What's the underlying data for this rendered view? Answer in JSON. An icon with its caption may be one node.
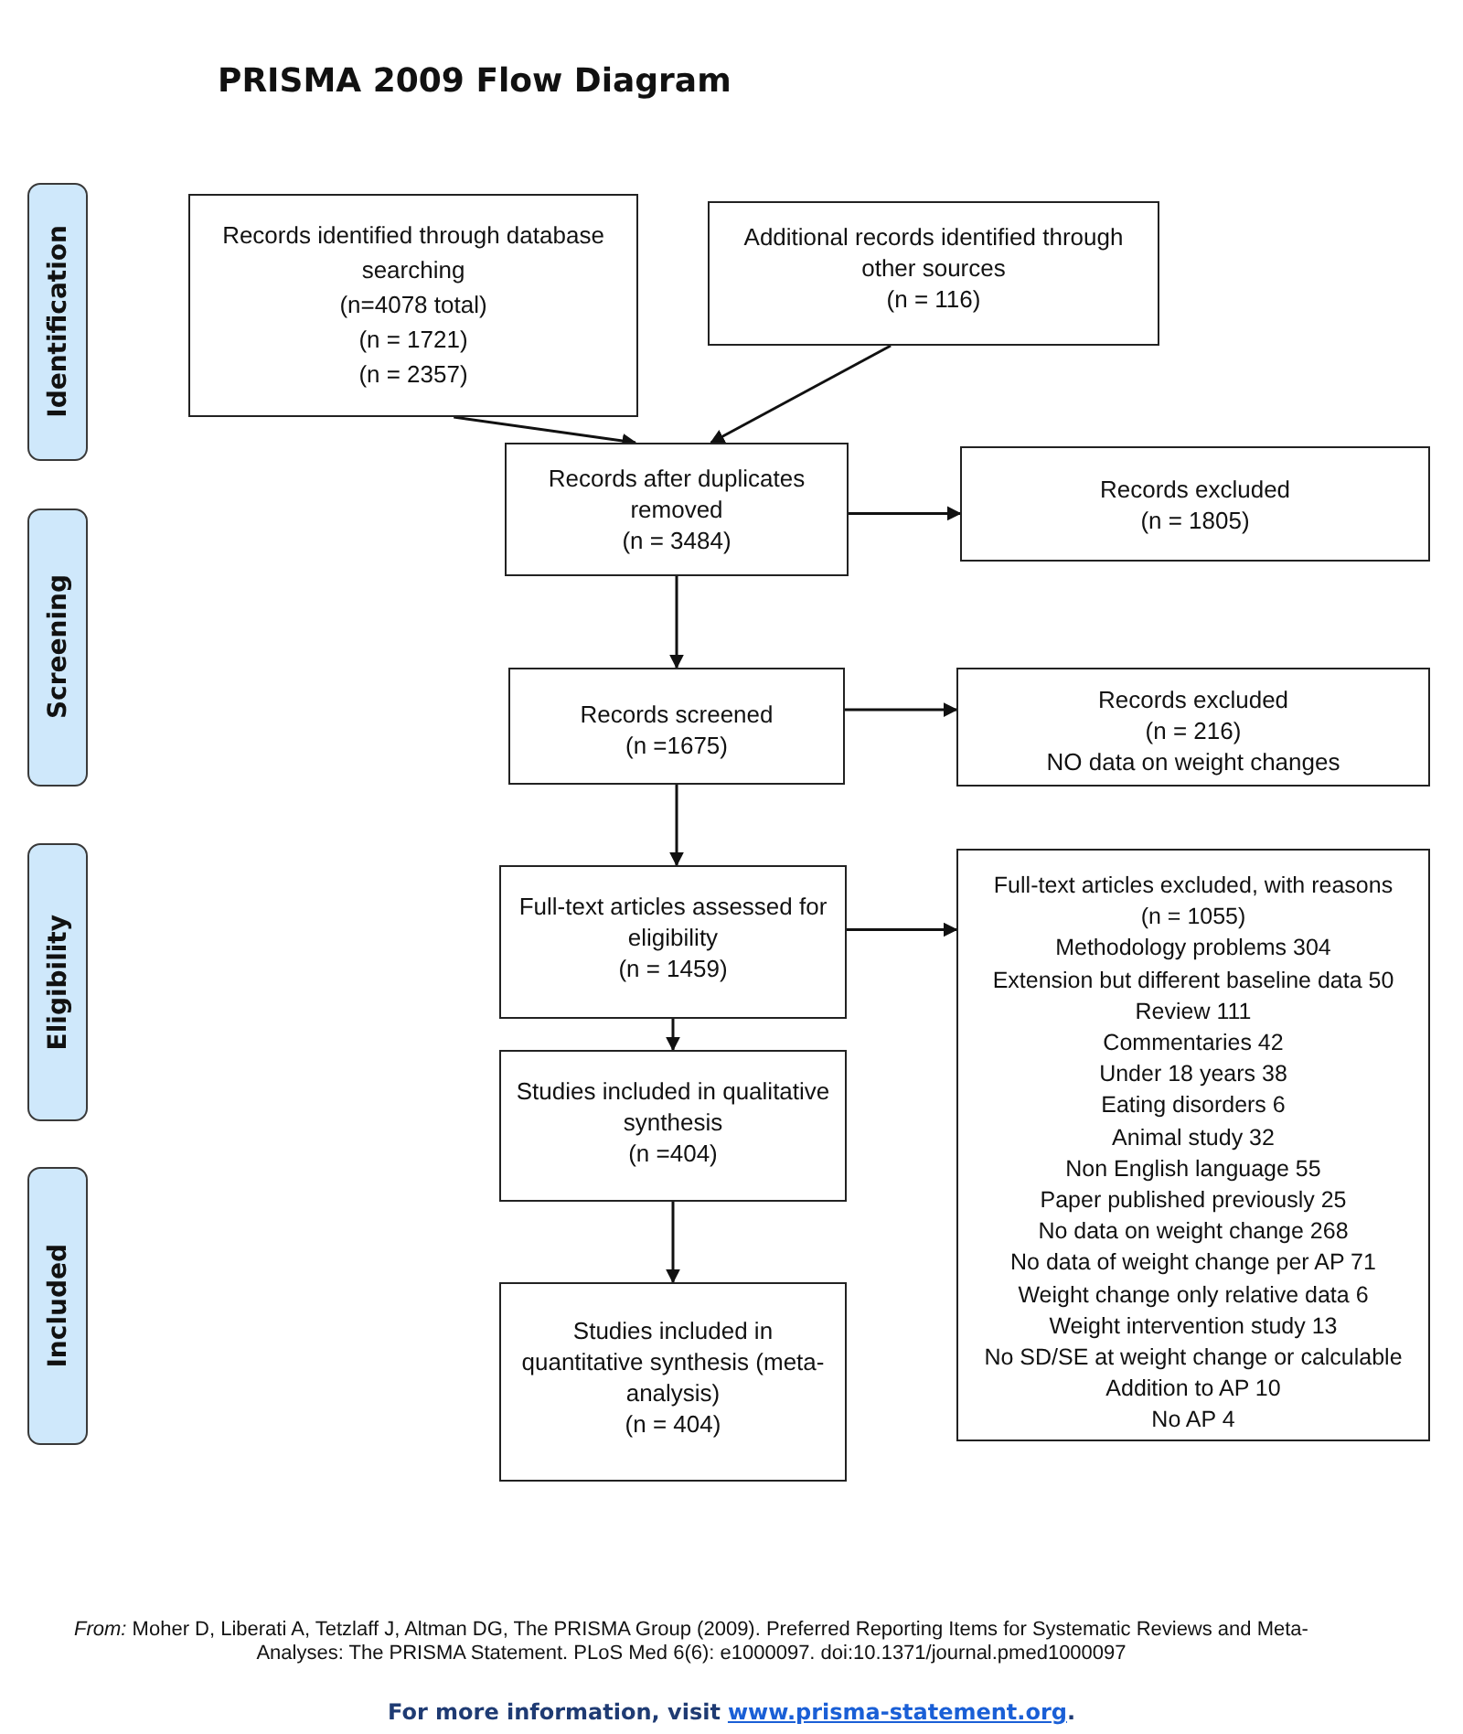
{
  "diagram": {
    "title": "PRISMA 2009 Flow Diagram",
    "caption": "*From:*  Moher D, Liberati A, Tetzlaff J, Altman DG, The PRISMA Group (2009). Preferred Reporting Items for Systematic Reviews and Meta-Analyses: The PRISMA Statement. PLoS Med 6(6): e1000097. doi:10.1371/journal.pmed1000097",
    "nodes": [
      {
        "text": [
          "Identification"
        ]
      },
      {
        "text": [
          "Screening"
        ]
      },
      {
        "text": [
          "Eligibility"
        ]
      },
      {
        "text": [
          "Included"
        ]
      },
      {
        "text": [
          "Records identified through database searching",
          "(n=4078 total)",
          "(n =  1721)",
          "(n = 2357)"
        ]
      },
      {
        "text": [
          "Additional records identified through other sources",
          "(n = 116)"
        ]
      },
      {
        "text": [
          "Records after duplicates removed",
          "(n = 3484)"
        ]
      },
      {
        "text": [
          "Records excluded",
          "(n =  1805)"
        ]
      },
      {
        "text": [
          "Records screened",
          "(n =1675)"
        ]
      },
      {
        "text": [
          "Records excluded",
          "(n =  216)",
          "NO data on weight changes"
        ]
      },
      {
        "text": [
          "Full-text articles assessed for eligibility",
          "(n = 1459)"
        ]
      },
      {
        "text": [
          "Full-text articles excluded, with reasons",
          "(n = 1055)",
          "Methodology problems 304",
          "Extension but different baseline data 50",
          "Review 111",
          "Commentaries 42",
          "Under 18 years 38",
          "Eating disorders 6",
          "Animal study 32",
          "Non English language 55",
          "Paper published previously 25",
          "No data on weight change 268",
          "No data of weight change per AP 71",
          "Weight change only relative data 6",
          "Weight intervention study 13",
          "No SD/SE at weight change or calculable",
          "Addition to AP 10",
          "No AP 4"
        ]
      },
      {
        "text": [
          "Studies included in qualitative synthesis",
          "(n =404)"
        ]
      },
      {
        "text": [
          "Studies included in quantitative synthesis (meta-analysis)",
          "(n = 404)"
        ]
      }
    ],
    "edges": [
      {
        "from": 4,
        "to": 6,
        "arrow": "to"
      },
      {
        "from": 5,
        "to": 6,
        "arrow": "to"
      },
      {
        "from": 6,
        "to": 7,
        "arrow": "to"
      },
      {
        "from": 6,
        "to": 8,
        "arrow": "to"
      },
      {
        "from": 8,
        "to": 9,
        "arrow": "to"
      },
      {
        "from": 8,
        "to": 10,
        "arrow": "to"
      },
      {
        "from": 10,
        "to": 11,
        "arrow": "to"
      },
      {
        "from": 10,
        "to": 12,
        "arrow": "to"
      },
      {
        "from": 12,
        "to": 13,
        "arrow": "to"
      }
    ],
    "labels": [
      "For more information, visit",
      "www.prisma-statement.org",
      "."
    ]
  }
}
